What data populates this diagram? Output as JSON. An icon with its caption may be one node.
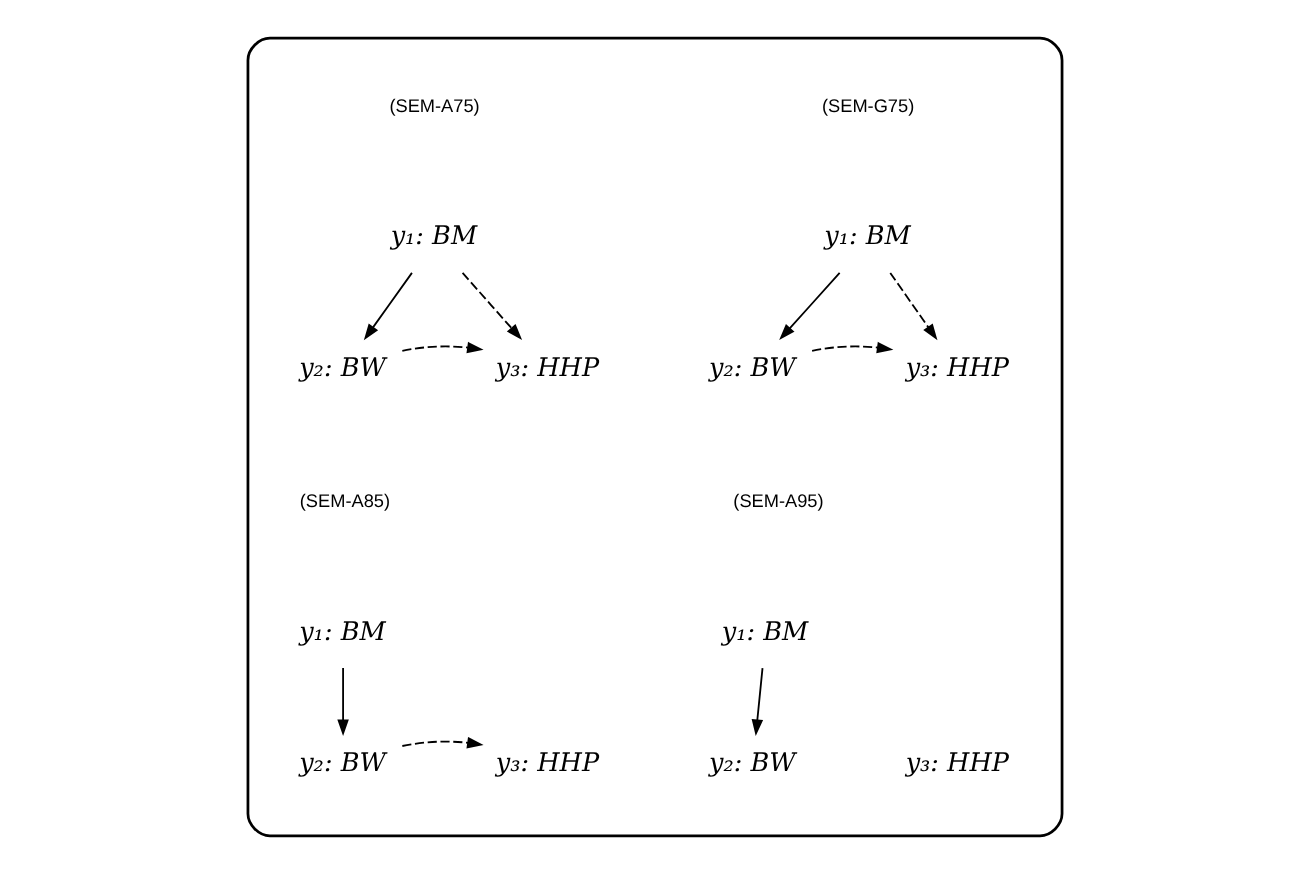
{
  "diagram": {
    "nodes": [
      {
        "text": [],
        "shape": "box"
      },
      {
        "text": [
          "y₁: BM"
        ],
        "in": 0
      },
      {
        "text": [
          "y₂: BW"
        ],
        "in": 0
      },
      {
        "text": [
          "y₃: HHP"
        ],
        "in": 0
      },
      {
        "text": [
          "y₁: BM"
        ],
        "in": 0
      },
      {
        "text": [
          "y₂: BW"
        ],
        "in": 0
      },
      {
        "text": [
          "y₃: HHP"
        ],
        "in": 0
      },
      {
        "text": [
          "y₁: BM"
        ],
        "in": 0
      },
      {
        "text": [
          "y₂: BW"
        ],
        "in": 0
      },
      {
        "text": [
          "y₃: HHP"
        ],
        "in": 0
      },
      {
        "text": [
          "y₁: BM"
        ],
        "in": 0
      },
      {
        "text": [
          "y₂: BW"
        ],
        "in": 0
      },
      {
        "text": [
          "y₃: HHP"
        ],
        "in": 0
      }
    ],
    "edges": [
      {
        "from": 1,
        "to": 2,
        "arrow": "to"
      },
      {
        "from": 1,
        "to": 3,
        "arrow": "to",
        "style": "dashed"
      },
      {
        "from": 2,
        "to": 3,
        "arrow": "to",
        "style": "dashed"
      },
      {
        "from": 4,
        "to": 5,
        "arrow": "to"
      },
      {
        "from": 4,
        "to": 6,
        "arrow": "to",
        "style": "dashed"
      },
      {
        "from": 5,
        "to": 6,
        "arrow": "to",
        "style": "dashed"
      },
      {
        "from": 7,
        "to": 8,
        "arrow": "to"
      },
      {
        "from": 8,
        "to": 9,
        "arrow": "to",
        "style": "dashed"
      },
      {
        "from": 10,
        "to": 11,
        "arrow": "to"
      }
    ],
    "labels": [
      "(SEM-A75)",
      "(SEM-G75)",
      "(SEM-A85)",
      "(SEM-A95)"
    ]
  }
}
